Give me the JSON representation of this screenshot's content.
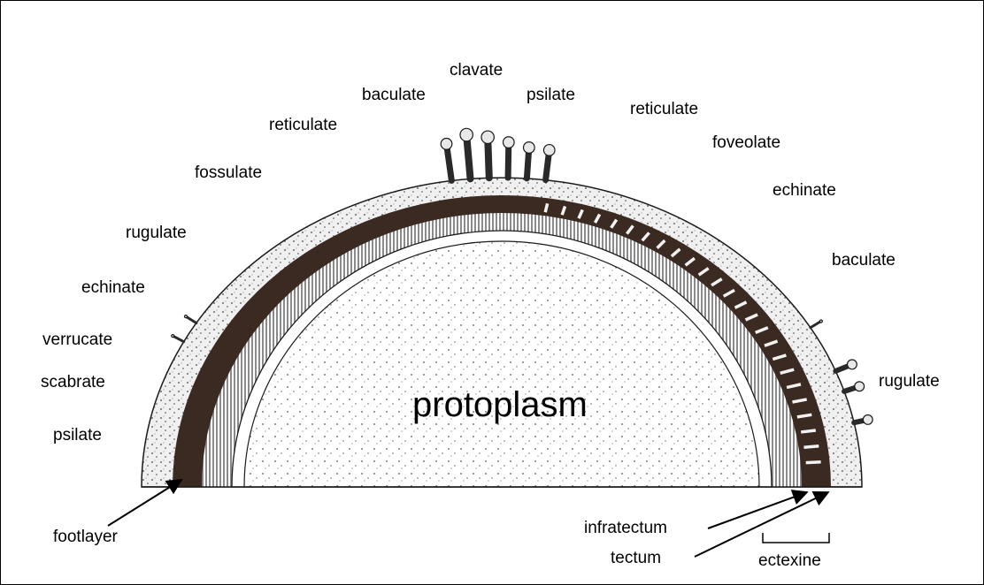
{
  "center_label": "protoplasm",
  "sculpture_left": [
    "psilate",
    "scabrate",
    "verrucate",
    "echinate",
    "rugulate",
    "fossulate",
    "reticulate",
    "baculate",
    "clavate"
  ],
  "sculpture_right": [
    "psilate",
    "reticulate",
    "foveolate",
    "echinate",
    "baculate",
    "rugulate"
  ],
  "layers": {
    "footlayer": "footlayer",
    "infratectum": "infratectum",
    "tectum": "tectum",
    "ectexine": "ectexine"
  },
  "colors": {
    "exine_dark": "#3b2a22",
    "sculpture_fill": "#ececec",
    "stripe_band": "#9a9a9a",
    "stroke": "#1a1a1a"
  }
}
